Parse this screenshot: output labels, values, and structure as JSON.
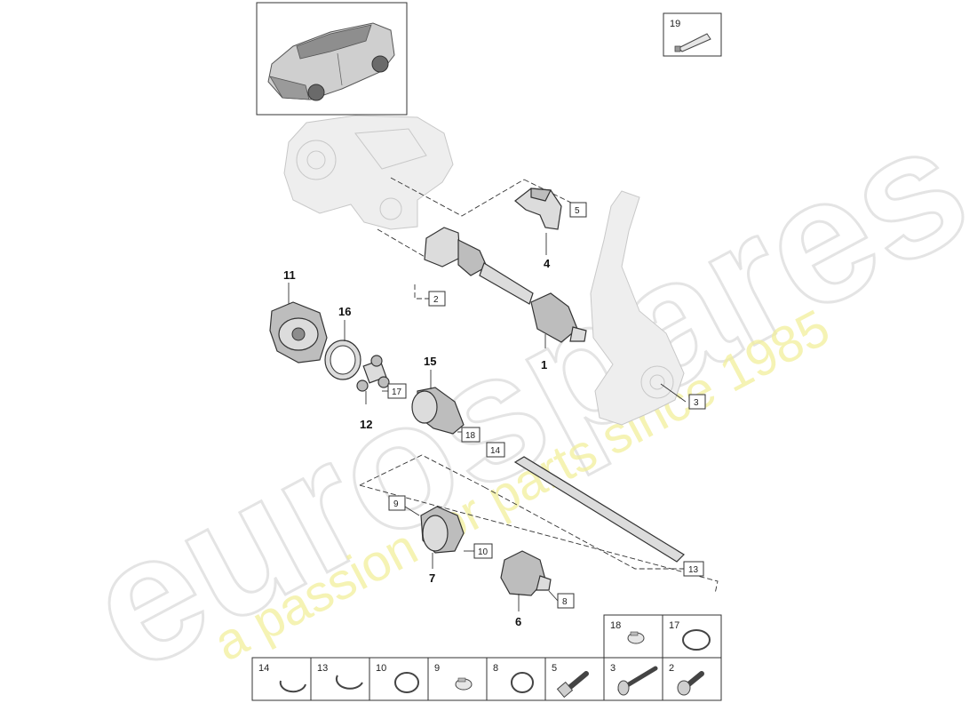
{
  "watermark": {
    "brand": "eurospares",
    "tagline": "a passion for parts since 1985"
  },
  "callouts": {
    "c1": "1",
    "c4": "4",
    "c6": "6",
    "c7": "7",
    "c11": "11",
    "c12": "12",
    "c15": "15",
    "c16": "16"
  },
  "boxed_labels": {
    "b2": "2",
    "b3": "3",
    "b5": "5",
    "b8": "8",
    "b9": "9",
    "b10": "10",
    "b13": "13",
    "b14": "14",
    "b17": "17",
    "b18": "18"
  },
  "kit_box": {
    "label": "19",
    "icon": "grease-tube-icon"
  },
  "parts_table": {
    "top_row": [
      {
        "label": "18",
        "icon": "clamp-small-icon"
      },
      {
        "label": "17",
        "icon": "clamp-band-icon"
      }
    ],
    "bottom_row": [
      {
        "label": "14",
        "icon": "circlip-icon"
      },
      {
        "label": "13",
        "icon": "circlip-icon"
      },
      {
        "label": "10",
        "icon": "clamp-band-icon"
      },
      {
        "label": "9",
        "icon": "clamp-small-icon"
      },
      {
        "label": "8",
        "icon": "clamp-band-icon"
      },
      {
        "label": "5",
        "icon": "bolt-icon"
      },
      {
        "label": "3",
        "icon": "bolt-washer-icon"
      },
      {
        "label": "2",
        "icon": "socket-bolt-icon"
      }
    ]
  },
  "colors": {
    "line": "#333333",
    "ghost": "#c8c8c8",
    "watermark_text": "#f2ef9c"
  }
}
